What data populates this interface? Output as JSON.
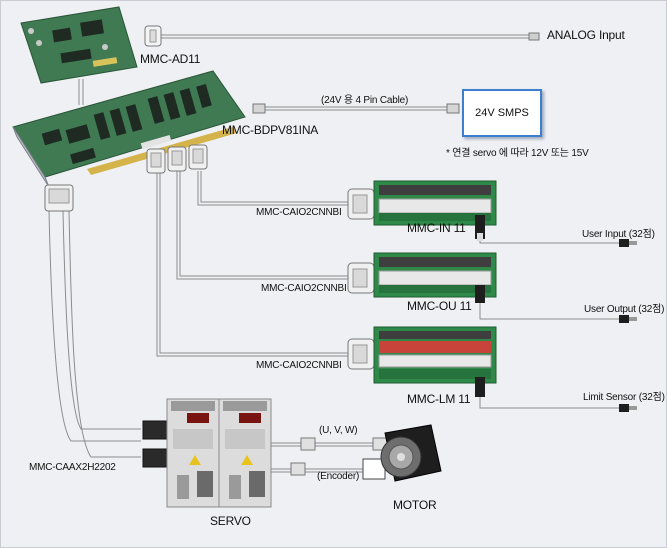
{
  "cards": {
    "ad11": "MMC-AD11",
    "bdpv": "MMC-BDPV81INA"
  },
  "analog_input": "ANALOG Input",
  "power": {
    "cable": "(24V 용 4 Pin Cable)",
    "smps": "24V SMPS",
    "note": "* 연결 servo 에 따라 12V 또는 15V"
  },
  "cables": {
    "caio1": "MMC-CAIO2CNNBI",
    "caio2": "MMC-CAIO2CNNBI",
    "caio3": "MMC-CAIO2CNNBI",
    "caax": "MMC-CAAX2H2202"
  },
  "terminals": {
    "in": "MMC-IN 11",
    "ou": "MMC-OU 11",
    "lm": "MMC-LM 11"
  },
  "io": {
    "user_input": "User Input (32점)",
    "user_output": "User Output (32점)",
    "limit_sensor": "Limit Sensor (32점)"
  },
  "servo": {
    "uvw": "(U, V, W)",
    "encoder": "(Encoder)",
    "servo_label": "SERVO",
    "motor_label": "MOTOR"
  },
  "colors": {
    "pcb_green": "#3f7a52",
    "terminal_green": "#2f8a4a",
    "smps_border": "#3c7fd0",
    "cable": "#8c8c8c"
  }
}
